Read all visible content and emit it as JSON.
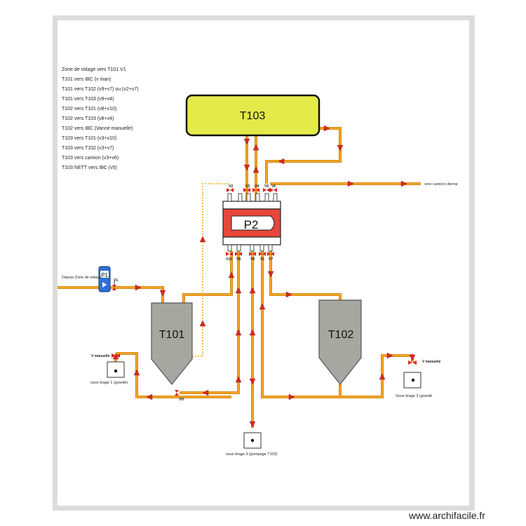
{
  "legend": [
    "Zone de vidage vers T101 V1",
    "T101 vers IBC (v man)",
    "T101 vers T102 (v9+v7) ou (v2+v7)",
    "T101 vers T103 (v9+v4)",
    "T102 vers T101 (v8+v10)",
    "T102 vers T103 (v8+v4)",
    "T102 vers IBC (Vanne manuelle)",
    "T103 vers T101 (v3+v10)",
    "T103 vers T102 (v3+v7)",
    "T103 vers camion (v3+v6)",
    "T103 NETT vers IBC (v5)"
  ],
  "tanks": {
    "t103": "T103",
    "t101": "T101",
    "t102": "T102"
  },
  "pump_p2": "P2",
  "pump_p1": "P1",
  "valves_top": [
    "V2",
    "V3",
    "V4",
    "V5",
    "V6"
  ],
  "valves_bottom": [
    "V10",
    "V8",
    "V9",
    "V1",
    "V7"
  ],
  "valve_v1_label": "V1",
  "valve_vh_label": "VH",
  "vers_camion": "vers camion citerne",
  "depuis_zone": "Depuis Zone de vidage",
  "v_manuelle_left": "V manuelle",
  "v_manuelle_right": "V manuelle",
  "soutirage_1": "soux tirage 1 (gravité)",
  "soutirage_3_right": "Sous tirage 3 (gravité",
  "soutirage_3_bottom": "soux tirage 3 (pompage T103)",
  "watermark": "www.archifacile.fr",
  "colors": {
    "pipe": "#f5a623",
    "pipe_edge": "#c9821a",
    "arrow": "#d9281f",
    "t103_fill": "#e4ea4a",
    "tank_fill": "#a7a7a1",
    "pump_red": "#e8463a",
    "pump_blue": "#2f6fd6"
  }
}
